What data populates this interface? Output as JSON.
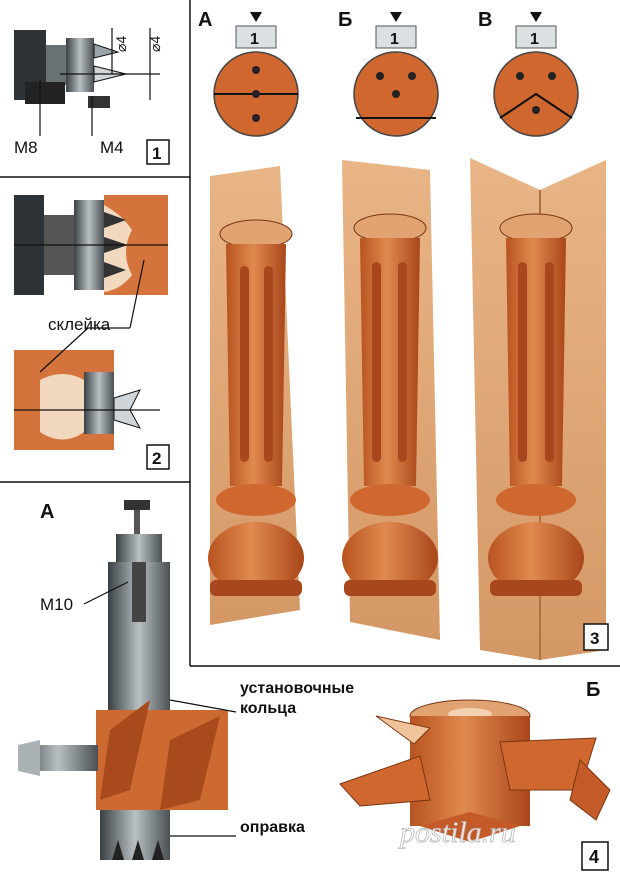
{
  "panels": {
    "p1": {
      "number": "1",
      "labels": {
        "m8": "M8",
        "m4": "M4",
        "d4a": "⌀4",
        "d4b": "⌀4"
      }
    },
    "p2": {
      "number": "2",
      "labels": {
        "glue": "склейка"
      }
    },
    "p3": {
      "number": "3",
      "variants": [
        "А",
        "Б",
        "В"
      ],
      "marker": "1"
    },
    "p4": {
      "number": "4",
      "sub_a": "А",
      "sub_b": "Б",
      "labels": {
        "m10": "M10",
        "rings_line1": "установочные",
        "rings_line2": "кольца",
        "arbor": "оправка"
      }
    }
  },
  "watermark": "postila.ru",
  "colors": {
    "wood": "#d0672f",
    "wood_dark": "#a8471d",
    "wood_light": "#e2a372",
    "metal": "#7c8489",
    "metal_dark": "#2d3236"
  }
}
